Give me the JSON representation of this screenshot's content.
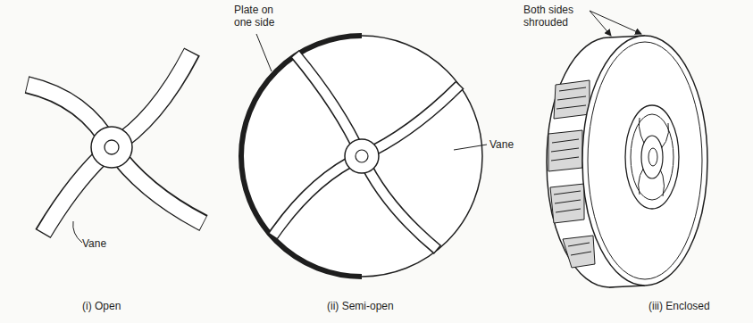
{
  "diagram": {
    "labels": [
      "Plate on one side",
      "Both sides shrouded",
      "Vane",
      "Vane",
      "(i) Open",
      "(ii) Semi-open",
      "(iii) Enclosed"
    ]
  }
}
